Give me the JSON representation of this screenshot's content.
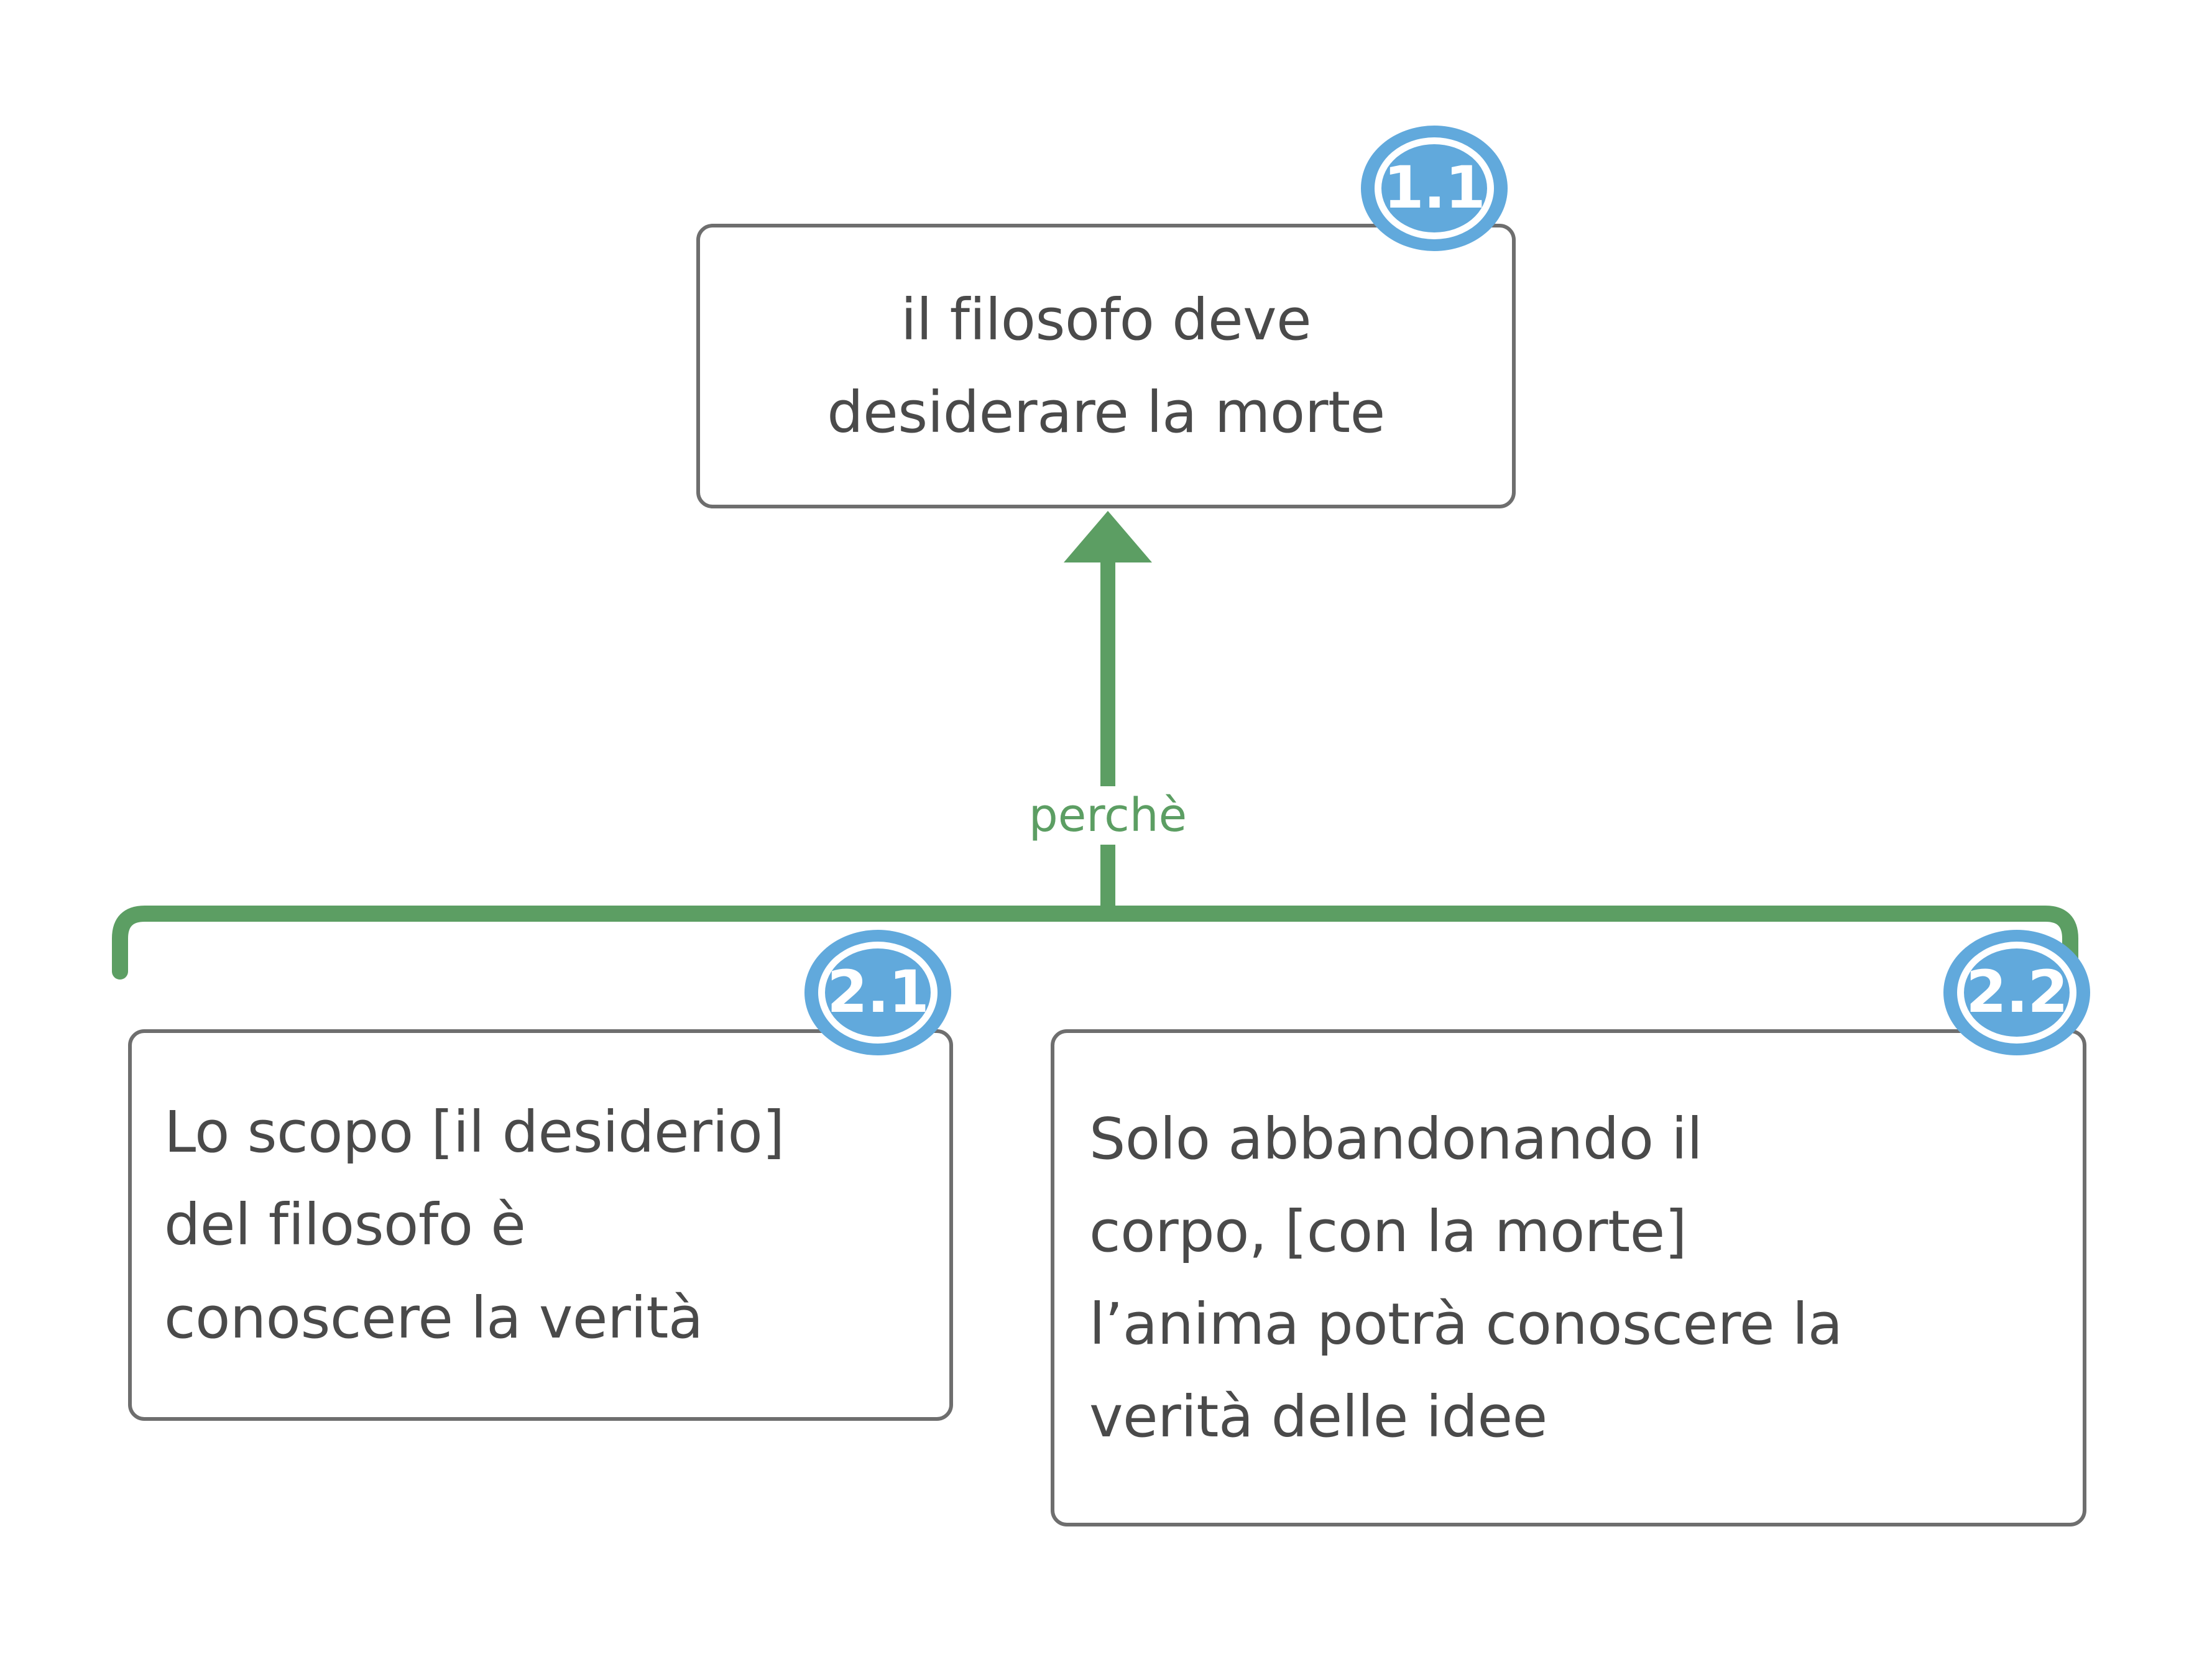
{
  "diagram": {
    "type": "argument-map",
    "background_color": "#FFFFFF",
    "node_border_color": "#6E6E6E",
    "node_text_color": "#4A4A4A",
    "badge_color": "#61A9DC",
    "badge_text_color": "#FFFFFF",
    "connector_color": "#5C9E63",
    "nodes": [
      {
        "id": "1.1",
        "badge": "1.1",
        "text": "il filosofo deve\ndesiderare la morte",
        "align": "center"
      },
      {
        "id": "2.1",
        "badge": "2.1",
        "text": "Lo scopo [il desiderio]\ndel filosofo è\nconoscere la verità",
        "align": "left"
      },
      {
        "id": "2.2",
        "badge": "2.2",
        "text": "Solo abbandonando il\ncorpo, [con la morte]\nl’anima potrà conoscere la\nverità delle idee",
        "align": "left"
      }
    ],
    "edges": [
      {
        "from": [
          "2.1",
          "2.2"
        ],
        "to": "1.1",
        "label": "perchè",
        "style": "arrow-up-with-bracket"
      }
    ]
  }
}
